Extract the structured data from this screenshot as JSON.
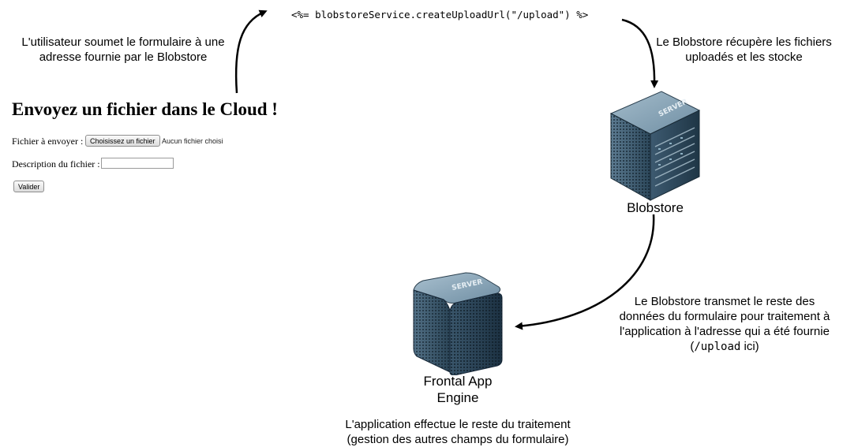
{
  "code_snippet": "<%= blobstoreService.createUploadUrl(\"/upload\") %>",
  "notes": {
    "user_submits": [
      "L'utilisateur soumet le formulaire à une",
      "adresse fournie par le Blobstore"
    ],
    "blobstore_gets": [
      "Le Blobstore récupère les fichiers",
      "uploadés et les stocke"
    ],
    "blobstore_transmits": [
      "Le Blobstore transmet le reste des",
      "données du formulaire pour traitement à",
      "l'application à l'adresse qui a été fournie"
    ],
    "transmits_code": "/upload",
    "transmits_suffix": " ici)",
    "transmits_prefix": "(",
    "app_processes": [
      "L'application effectue le reste du traitement",
      "(gestion des autres champs du formulaire)"
    ]
  },
  "form": {
    "title": "Envoyez un fichier dans le Cloud !",
    "file_label": "Fichier à envoyer :",
    "choose_button": "Choisissez un fichier",
    "no_file": "Aucun fichier choisi",
    "description_label": "Description du fichier :",
    "description_value": "",
    "submit_button": "Valider"
  },
  "servers": {
    "blobstore": {
      "label": "Blobstore",
      "badge": "SERVER"
    },
    "frontal": {
      "label_lines": [
        "Frontal App",
        "Engine"
      ],
      "badge": "SERVER"
    }
  },
  "colors": {
    "server_dark": "#1f3646",
    "server_mid": "#3d5a70",
    "server_light": "#6f8ea3",
    "arrow": "#000000"
  }
}
